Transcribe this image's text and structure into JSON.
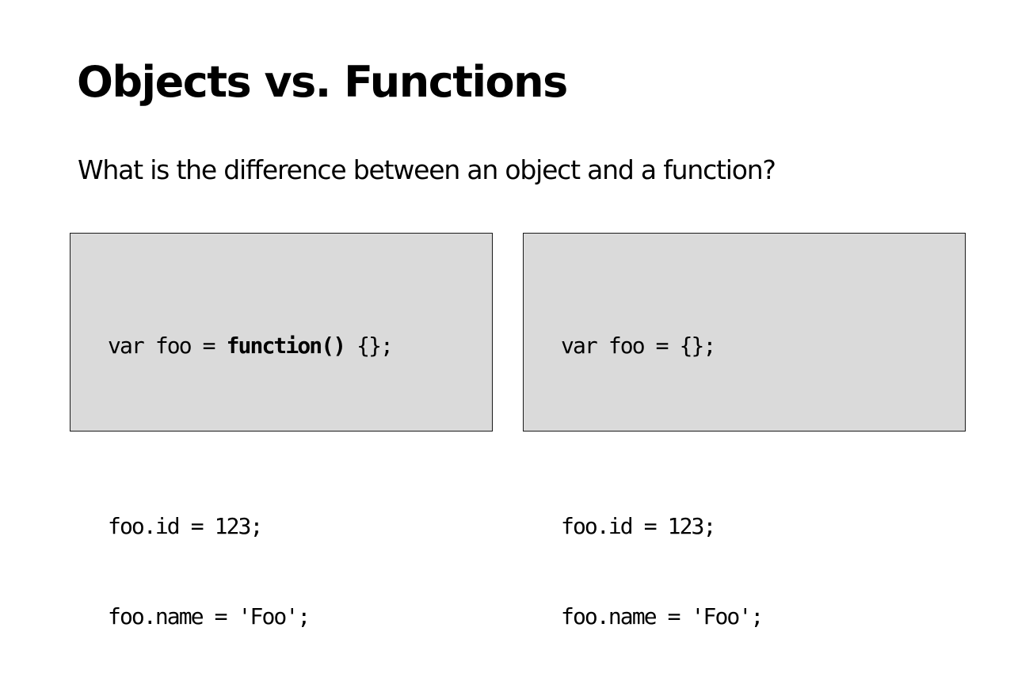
{
  "slide": {
    "title": "Objects vs. Functions",
    "subtitle": "What is the difference between an object and a function?"
  },
  "left_code": {
    "line1_prefix": "var foo = ",
    "line1_keyword": "function()",
    "line1_suffix": " {};",
    "line2": "",
    "line3": "foo.id = 123;",
    "line4": "foo.name = 'Foo';"
  },
  "right_code": {
    "line1": "var foo = {};",
    "line2": "",
    "line3": "foo.id = 123;",
    "line4": "foo.name = 'Foo';"
  },
  "colors": {
    "background": "#ffffff",
    "code_box_background": "#dadada",
    "code_box_border": "#1a1a1a",
    "text": "#000000"
  }
}
